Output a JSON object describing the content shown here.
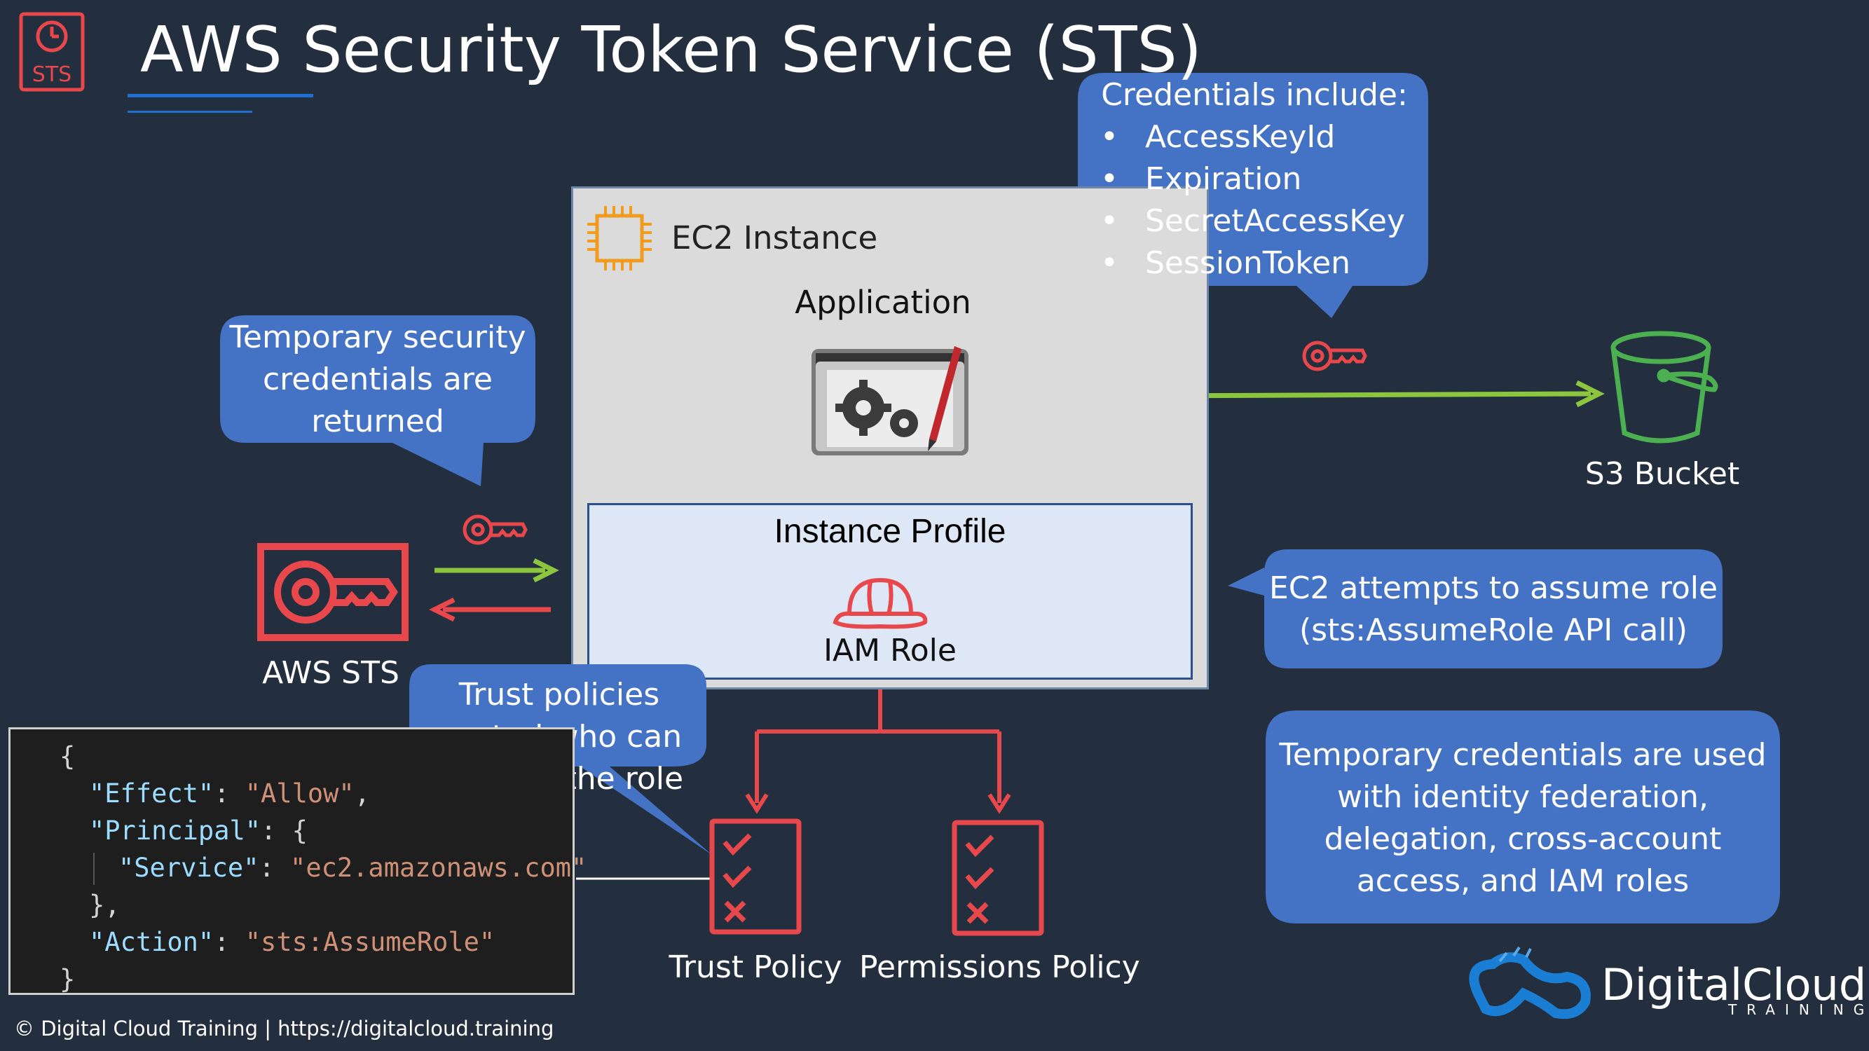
{
  "title": "AWS Security Token Service (STS)",
  "sts_badge": "STS",
  "ec2": {
    "label": "EC2 Instance",
    "application_label": "Application",
    "instance_profile_label": "Instance Profile",
    "iam_role_label": "IAM Role"
  },
  "credentials_callout": {
    "title": "Credentials include:",
    "items": [
      "AccessKeyId",
      "Expiration",
      "SecretAccessKey",
      "SessionToken"
    ]
  },
  "callouts": {
    "temp_returned": [
      "Temporary security",
      "credentials are",
      "returned"
    ],
    "assume_role": [
      "EC2 attempts to assume role",
      "(sts:AssumeRole API call)"
    ],
    "trust_policies": [
      "Trust policies",
      "control who can",
      "assume the role"
    ],
    "temp_used": [
      "Temporary credentials are used",
      "with identity federation,",
      "delegation, cross-account",
      "access, and IAM roles"
    ]
  },
  "labels": {
    "aws_sts": "AWS STS",
    "s3_bucket": "S3 Bucket",
    "trust_policy": "Trust Policy",
    "permissions_policy": "Permissions Policy"
  },
  "code": {
    "open_brace": "{",
    "effect_key": "\"Effect\"",
    "effect_value": "\"Allow\"",
    "principal_key": "\"Principal\"",
    "service_key": "\"Service\"",
    "service_value": "\"ec2.amazonaws.com\"",
    "principal_close": "},",
    "action_key": "\"Action\"",
    "action_value": "\"sts:AssumeRole\"",
    "close_brace": "}"
  },
  "footer": {
    "copyright": "© Digital Cloud Training  | https://digitalcloud.training",
    "brand": "DigitalCloud",
    "brand_sub": "TRAINING"
  },
  "colors": {
    "background": "#232f3e",
    "callout_blue": "#4472c4",
    "arrow_green": "#8cc63f",
    "security_red": "#e8474c",
    "ec2_orange": "#f29c1f",
    "s3_green": "#4caf50"
  },
  "icons": {
    "sts_badge": "clock-icon",
    "ec2": "ec2-chip-icon",
    "application": "application-folder-gears-icon",
    "key": "key-icon",
    "iam_role": "hard-hat-icon",
    "s3": "bucket-icon",
    "policy": "checklist-icon",
    "brand": "cloud-logo-icon"
  }
}
